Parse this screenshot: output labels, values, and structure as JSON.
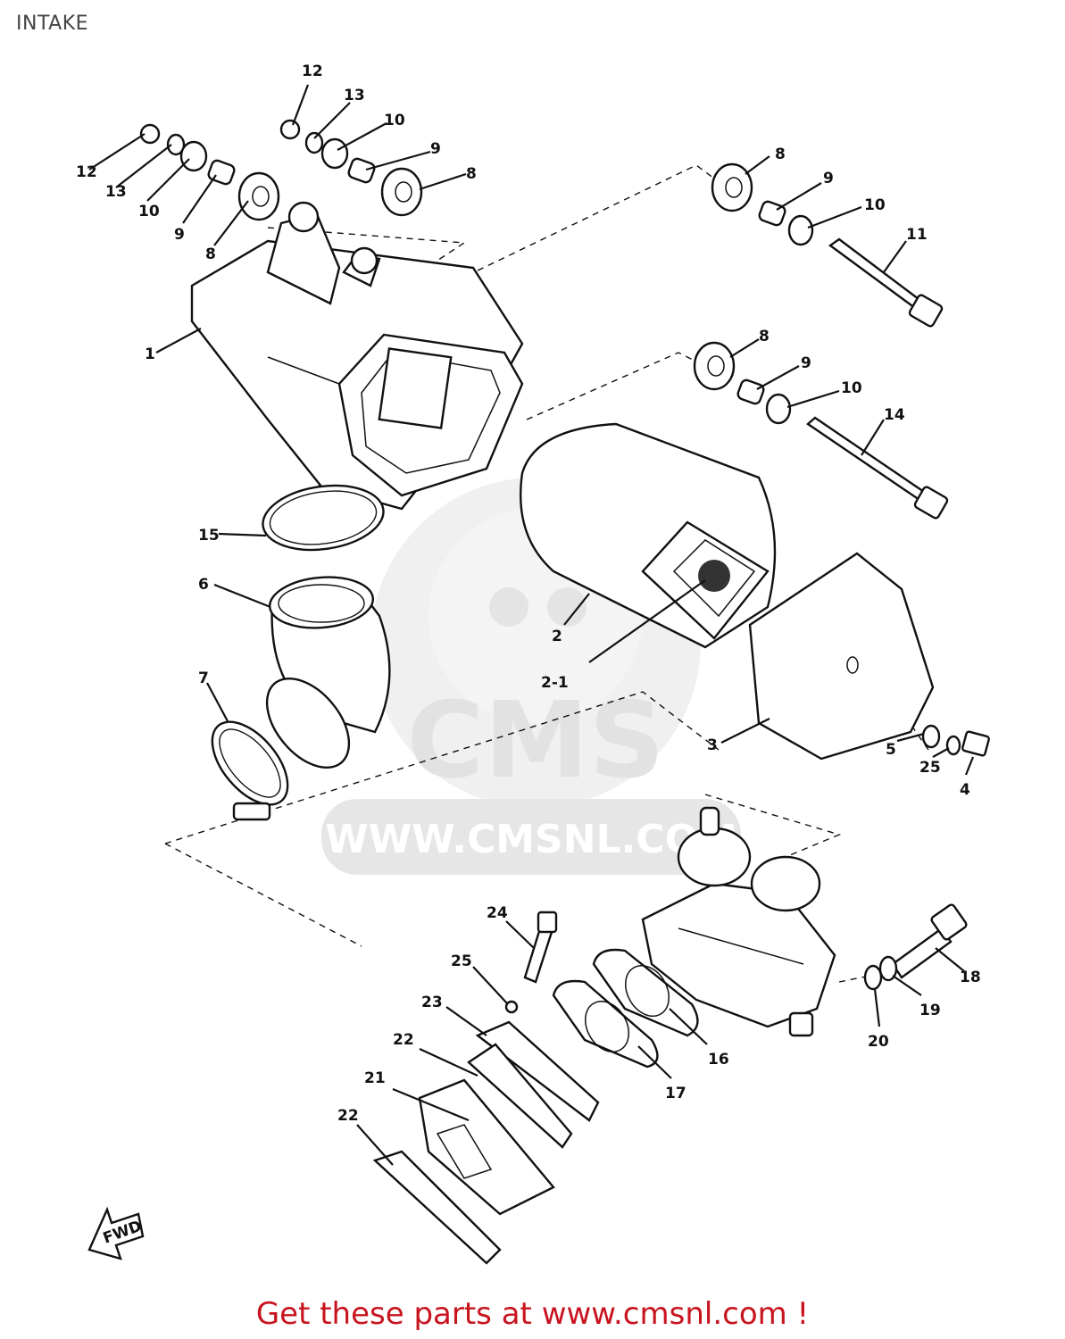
{
  "title": "INTAKE",
  "footer": {
    "prefix": "Get these parts at ",
    "link": "www.cmsnl.com",
    "suffix": " !"
  },
  "watermark": {
    "logo": "CMS",
    "url": "WWW.CMSNL.COM"
  },
  "arrow_label": "FWD",
  "callouts": {
    "p1": "1",
    "p2": "2",
    "p2_1": "2-1",
    "p3": "3",
    "p4": "4",
    "p5": "5",
    "p6": "6",
    "p7": "7",
    "p8a": "8",
    "p8b": "8",
    "p8c": "8",
    "p8d": "8",
    "p9a": "9",
    "p9b": "9",
    "p9c": "9",
    "p9d": "9",
    "p10a": "10",
    "p10b": "10",
    "p10c": "10",
    "p10d": "10",
    "p11": "11",
    "p12a": "12",
    "p12b": "12",
    "p13a": "13",
    "p13b": "13",
    "p14": "14",
    "p15": "15",
    "p16": "16",
    "p17": "17",
    "p18": "18",
    "p19": "19",
    "p20": "20",
    "p21": "21",
    "p22a": "22",
    "p22b": "22",
    "p23": "23",
    "p24": "24",
    "p25a": "25",
    "p25b": "25"
  }
}
